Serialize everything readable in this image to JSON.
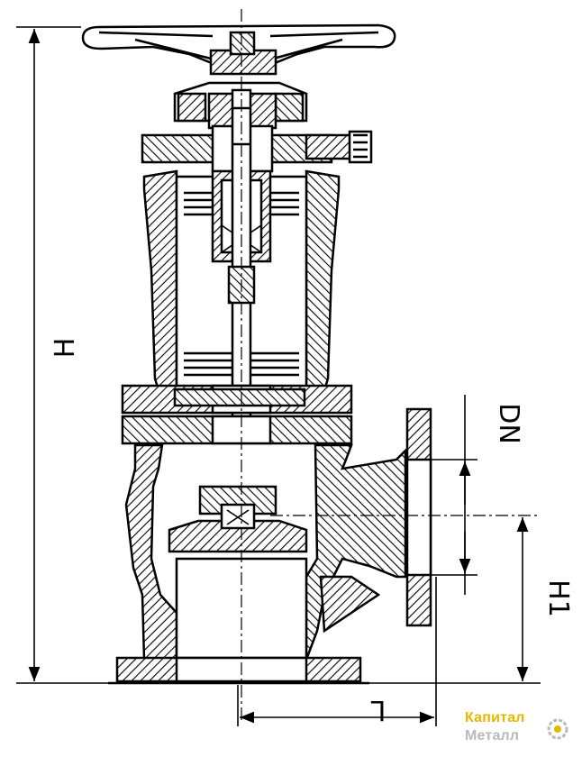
{
  "drawing": {
    "dimensions": {
      "overall_height": "H",
      "outlet_height": "H1",
      "nominal_diameter": "DN",
      "length": "L"
    }
  },
  "watermark": {
    "line1": "Капитал",
    "line2": "Металл"
  },
  "colors": {
    "ink": "#000000",
    "logo_yellow": "#e8b800",
    "logo_grey": "#b9b9b9"
  }
}
